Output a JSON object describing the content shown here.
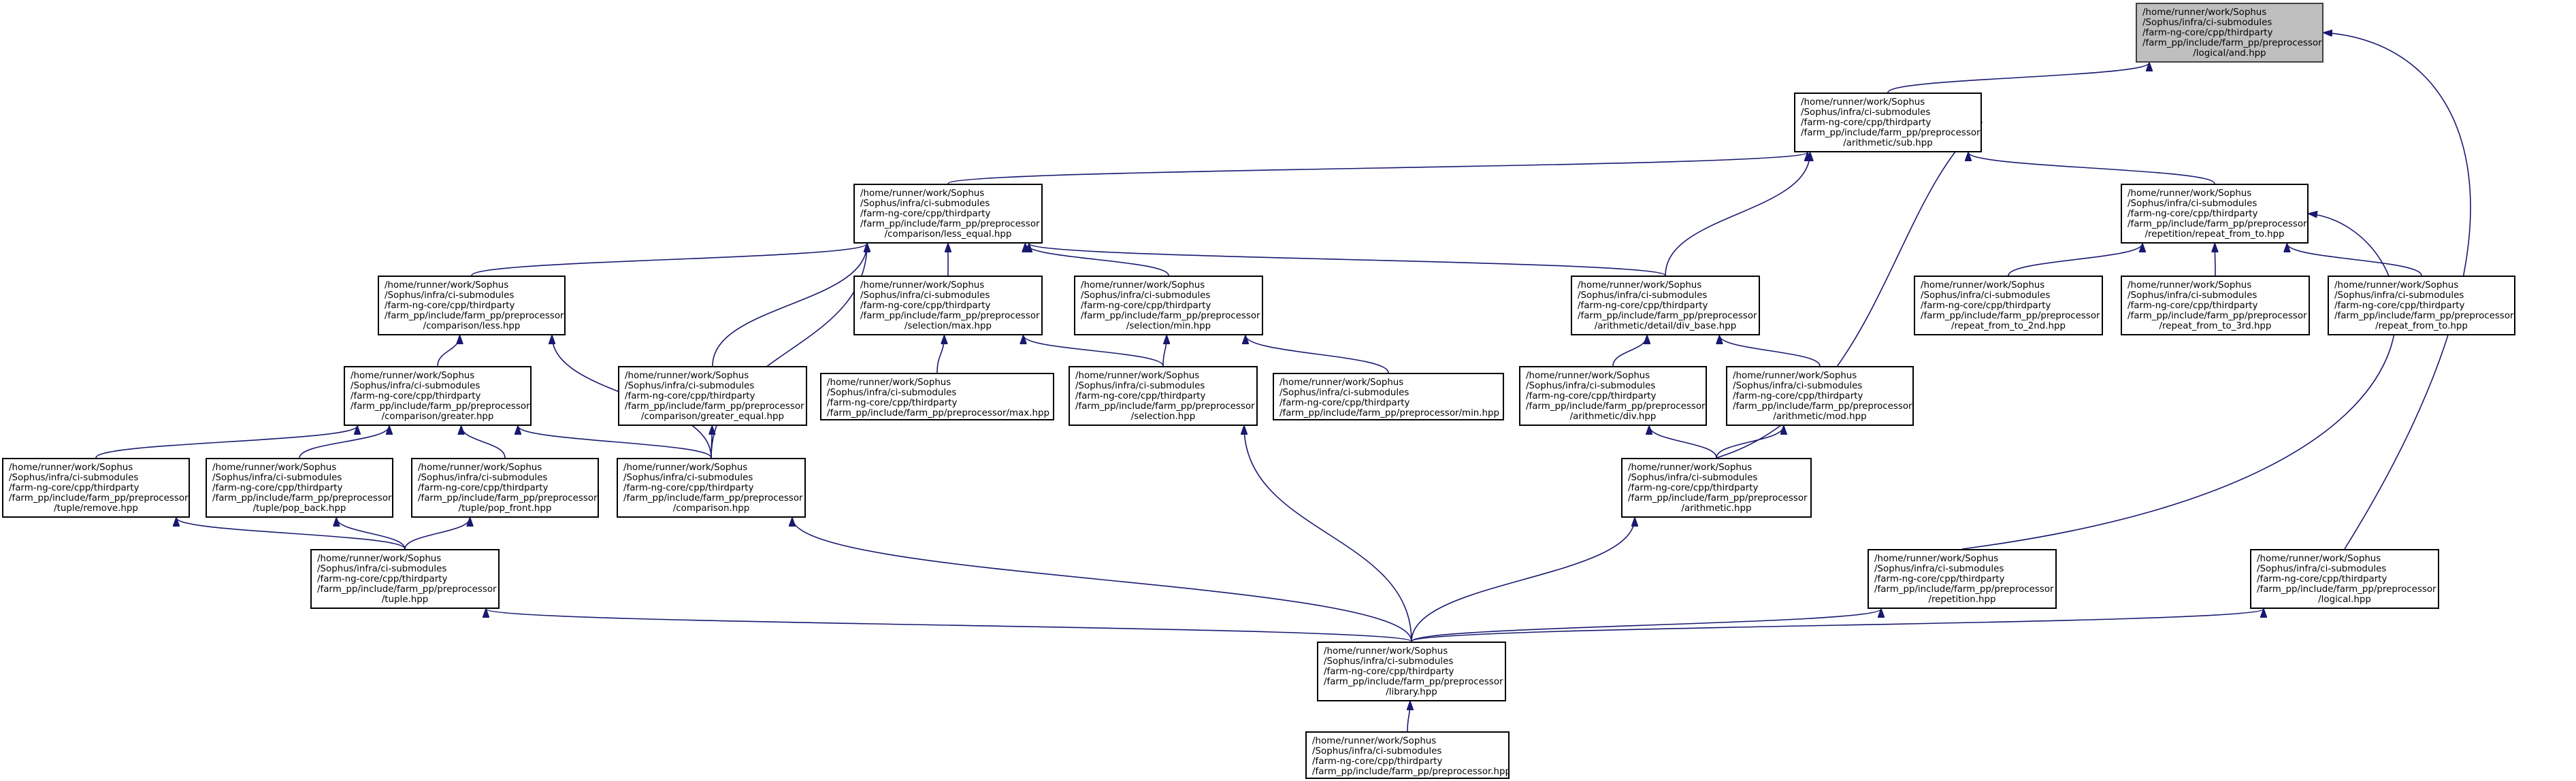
{
  "colors": {
    "edge": "#191970",
    "node_border": "#000000",
    "root_fill": "#bfbfbf",
    "node_fill": "#ffffff"
  },
  "nodes": [
    {
      "id": "logical_and",
      "root": true,
      "lines": [
        "/home/runner/work/Sophus",
        "/Sophus/infra/ci-submodules",
        "/farm-ng-core/cpp/thirdparty",
        "/farm_pp/include/farm_pp/preprocessor",
        "/logical/and.hpp"
      ]
    },
    {
      "id": "arith_sub",
      "lines": [
        "/home/runner/work/Sophus",
        "/Sophus/infra/ci-submodules",
        "/farm-ng-core/cpp/thirdparty",
        "/farm_pp/include/farm_pp/preprocessor",
        "/arithmetic/sub.hpp"
      ]
    },
    {
      "id": "less_equal",
      "lines": [
        "/home/runner/work/Sophus",
        "/Sophus/infra/ci-submodules",
        "/farm-ng-core/cpp/thirdparty",
        "/farm_pp/include/farm_pp/preprocessor",
        "/comparison/less_equal.hpp"
      ]
    },
    {
      "id": "repeat_from_to",
      "lines": [
        "/home/runner/work/Sophus",
        "/Sophus/infra/ci-submodules",
        "/farm-ng-core/cpp/thirdparty",
        "/farm_pp/include/farm_pp/preprocessor",
        "/repetition/repeat_from_to.hpp"
      ]
    },
    {
      "id": "less",
      "lines": [
        "/home/runner/work/Sophus",
        "/Sophus/infra/ci-submodules",
        "/farm-ng-core/cpp/thirdparty",
        "/farm_pp/include/farm_pp/preprocessor",
        "/comparison/less.hpp"
      ]
    },
    {
      "id": "sel_max",
      "lines": [
        "/home/runner/work/Sophus",
        "/Sophus/infra/ci-submodules",
        "/farm-ng-core/cpp/thirdparty",
        "/farm_pp/include/farm_pp/preprocessor",
        "/selection/max.hpp"
      ]
    },
    {
      "id": "sel_min",
      "lines": [
        "/home/runner/work/Sophus",
        "/Sophus/infra/ci-submodules",
        "/farm-ng-core/cpp/thirdparty",
        "/farm_pp/include/farm_pp/preprocessor",
        "/selection/min.hpp"
      ]
    },
    {
      "id": "div_base",
      "lines": [
        "/home/runner/work/Sophus",
        "/Sophus/infra/ci-submodules",
        "/farm-ng-core/cpp/thirdparty",
        "/farm_pp/include/farm_pp/preprocessor",
        "/arithmetic/detail/div_base.hpp"
      ]
    },
    {
      "id": "rep_2nd",
      "lines": [
        "/home/runner/work/Sophus",
        "/Sophus/infra/ci-submodules",
        "/farm-ng-core/cpp/thirdparty",
        "/farm_pp/include/farm_pp/preprocessor",
        "/repeat_from_to_2nd.hpp"
      ]
    },
    {
      "id": "rep_3rd",
      "lines": [
        "/home/runner/work/Sophus",
        "/Sophus/infra/ci-submodules",
        "/farm-ng-core/cpp/thirdparty",
        "/farm_pp/include/farm_pp/preprocessor",
        "/repeat_from_to_3rd.hpp"
      ]
    },
    {
      "id": "rep_plain",
      "lines": [
        "/home/runner/work/Sophus",
        "/Sophus/infra/ci-submodules",
        "/farm-ng-core/cpp/thirdparty",
        "/farm_pp/include/farm_pp/preprocessor",
        "/repeat_from_to.hpp"
      ]
    },
    {
      "id": "greater",
      "lines": [
        "/home/runner/work/Sophus",
        "/Sophus/infra/ci-submodules",
        "/farm-ng-core/cpp/thirdparty",
        "/farm_pp/include/farm_pp/preprocessor",
        "/comparison/greater.hpp"
      ]
    },
    {
      "id": "greater_equal",
      "lines": [
        "/home/runner/work/Sophus",
        "/Sophus/infra/ci-submodules",
        "/farm-ng-core/cpp/thirdparty",
        "/farm_pp/include/farm_pp/preprocessor",
        "/comparison/greater_equal.hpp"
      ]
    },
    {
      "id": "pp_max",
      "lines": [
        "/home/runner/work/Sophus",
        "/Sophus/infra/ci-submodules",
        "/farm-ng-core/cpp/thirdparty",
        "/farm_pp/include/farm_pp/preprocessor/max.hpp"
      ]
    },
    {
      "id": "selection",
      "lines": [
        "/home/runner/work/Sophus",
        "/Sophus/infra/ci-submodules",
        "/farm-ng-core/cpp/thirdparty",
        "/farm_pp/include/farm_pp/preprocessor",
        "/selection.hpp"
      ]
    },
    {
      "id": "pp_min",
      "lines": [
        "/home/runner/work/Sophus",
        "/Sophus/infra/ci-submodules",
        "/farm-ng-core/cpp/thirdparty",
        "/farm_pp/include/farm_pp/preprocessor/min.hpp"
      ]
    },
    {
      "id": "arith_div",
      "lines": [
        "/home/runner/work/Sophus",
        "/Sophus/infra/ci-submodules",
        "/farm-ng-core/cpp/thirdparty",
        "/farm_pp/include/farm_pp/preprocessor",
        "/arithmetic/div.hpp"
      ]
    },
    {
      "id": "arith_mod",
      "lines": [
        "/home/runner/work/Sophus",
        "/Sophus/infra/ci-submodules",
        "/farm-ng-core/cpp/thirdparty",
        "/farm_pp/include/farm_pp/preprocessor",
        "/arithmetic/mod.hpp"
      ]
    },
    {
      "id": "tuple_remove",
      "lines": [
        "/home/runner/work/Sophus",
        "/Sophus/infra/ci-submodules",
        "/farm-ng-core/cpp/thirdparty",
        "/farm_pp/include/farm_pp/preprocessor",
        "/tuple/remove.hpp"
      ]
    },
    {
      "id": "pop_back",
      "lines": [
        "/home/runner/work/Sophus",
        "/Sophus/infra/ci-submodules",
        "/farm-ng-core/cpp/thirdparty",
        "/farm_pp/include/farm_pp/preprocessor",
        "/tuple/pop_back.hpp"
      ]
    },
    {
      "id": "pop_front",
      "lines": [
        "/home/runner/work/Sophus",
        "/Sophus/infra/ci-submodules",
        "/farm-ng-core/cpp/thirdparty",
        "/farm_pp/include/farm_pp/preprocessor",
        "/tuple/pop_front.hpp"
      ]
    },
    {
      "id": "comparison",
      "lines": [
        "/home/runner/work/Sophus",
        "/Sophus/infra/ci-submodules",
        "/farm-ng-core/cpp/thirdparty",
        "/farm_pp/include/farm_pp/preprocessor",
        "/comparison.hpp"
      ]
    },
    {
      "id": "arithmetic",
      "lines": [
        "/home/runner/work/Sophus",
        "/Sophus/infra/ci-submodules",
        "/farm-ng-core/cpp/thirdparty",
        "/farm_pp/include/farm_pp/preprocessor",
        "/arithmetic.hpp"
      ]
    },
    {
      "id": "tuple",
      "lines": [
        "/home/runner/work/Sophus",
        "/Sophus/infra/ci-submodules",
        "/farm-ng-core/cpp/thirdparty",
        "/farm_pp/include/farm_pp/preprocessor",
        "/tuple.hpp"
      ]
    },
    {
      "id": "repetition",
      "lines": [
        "/home/runner/work/Sophus",
        "/Sophus/infra/ci-submodules",
        "/farm-ng-core/cpp/thirdparty",
        "/farm_pp/include/farm_pp/preprocessor",
        "/repetition.hpp"
      ]
    },
    {
      "id": "logical",
      "lines": [
        "/home/runner/work/Sophus",
        "/Sophus/infra/ci-submodules",
        "/farm-ng-core/cpp/thirdparty",
        "/farm_pp/include/farm_pp/preprocessor",
        "/logical.hpp"
      ]
    },
    {
      "id": "library",
      "lines": [
        "/home/runner/work/Sophus",
        "/Sophus/infra/ci-submodules",
        "/farm-ng-core/cpp/thirdparty",
        "/farm_pp/include/farm_pp/preprocessor",
        "/library.hpp"
      ]
    },
    {
      "id": "preprocessor",
      "lines": [
        "/home/runner/work/Sophus",
        "/Sophus/infra/ci-submodules",
        "/farm-ng-core/cpp/thirdparty",
        "/farm_pp/include/farm_pp/preprocessor.hpp"
      ]
    }
  ],
  "edges": [
    [
      "arith_sub",
      "logical_and"
    ],
    [
      "logical",
      "logical_and"
    ],
    [
      "less_equal",
      "arith_sub"
    ],
    [
      "div_base",
      "arith_sub"
    ],
    [
      "arithmetic",
      "arith_sub"
    ],
    [
      "repeat_from_to",
      "arith_sub"
    ],
    [
      "less",
      "less_equal"
    ],
    [
      "greater_equal",
      "less_equal"
    ],
    [
      "sel_max",
      "less_equal"
    ],
    [
      "sel_min",
      "less_equal"
    ],
    [
      "div_base",
      "less_equal"
    ],
    [
      "comparison",
      "less_equal"
    ],
    [
      "rep_2nd",
      "repeat_from_to"
    ],
    [
      "rep_3rd",
      "repeat_from_to"
    ],
    [
      "rep_plain",
      "repeat_from_to"
    ],
    [
      "repetition",
      "repeat_from_to"
    ],
    [
      "greater",
      "less"
    ],
    [
      "comparison",
      "less"
    ],
    [
      "pp_max",
      "sel_max"
    ],
    [
      "selection",
      "sel_max"
    ],
    [
      "selection",
      "sel_min"
    ],
    [
      "pp_min",
      "sel_min"
    ],
    [
      "arith_div",
      "div_base"
    ],
    [
      "arith_mod",
      "div_base"
    ],
    [
      "tuple_remove",
      "greater"
    ],
    [
      "pop_back",
      "greater"
    ],
    [
      "pop_front",
      "greater"
    ],
    [
      "comparison",
      "greater"
    ],
    [
      "comparison",
      "greater_equal"
    ],
    [
      "library",
      "selection"
    ],
    [
      "arithmetic",
      "arith_div"
    ],
    [
      "arithmetic",
      "arith_mod"
    ],
    [
      "tuple",
      "tuple_remove"
    ],
    [
      "tuple",
      "pop_back"
    ],
    [
      "tuple",
      "pop_front"
    ],
    [
      "library",
      "comparison"
    ],
    [
      "library",
      "arithmetic"
    ],
    [
      "library",
      "tuple"
    ],
    [
      "library",
      "repetition"
    ],
    [
      "library",
      "logical"
    ],
    [
      "preprocessor",
      "library"
    ]
  ]
}
